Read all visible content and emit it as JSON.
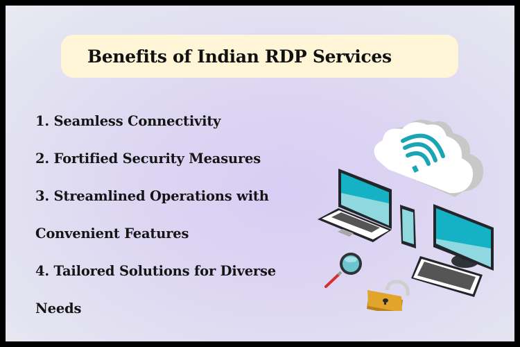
{
  "title": "Benefits of Indian RDP Services",
  "benefits": {
    "lines": [
      "1. Seamless Connectivity",
      "2. Fortified Security Measures",
      "3. Streamlined Operations with",
      "Convenient Features",
      "4. Tailored Solutions for Diverse",
      "Needs"
    ],
    "items": [
      "Seamless Connectivity",
      "Fortified Security Measures",
      "Streamlined Operations with Convenient Features",
      "Tailored Solutions for Diverse Needs"
    ]
  },
  "illustration": {
    "icons": [
      "cloud-wifi-icon",
      "laptop-icon",
      "smartphone-icon",
      "desktop-monitor-icon",
      "keyboard-icon",
      "magnifier-icon",
      "padlock-icon"
    ],
    "colors": {
      "screen": "#14b2c4",
      "screen_light": "#8fd8e0",
      "device_frame": "#22262b",
      "cloud": "#ffffff",
      "cloud_shadow": "#c9c9c9",
      "wifi": "#1aa5b5",
      "lock": "#e0a52a",
      "magnifier_handle": "#d92e2e"
    }
  },
  "colors": {
    "border": "#000000",
    "title_bg": "#fff6d8",
    "background": "#dcd5f2",
    "text": "#151515"
  }
}
